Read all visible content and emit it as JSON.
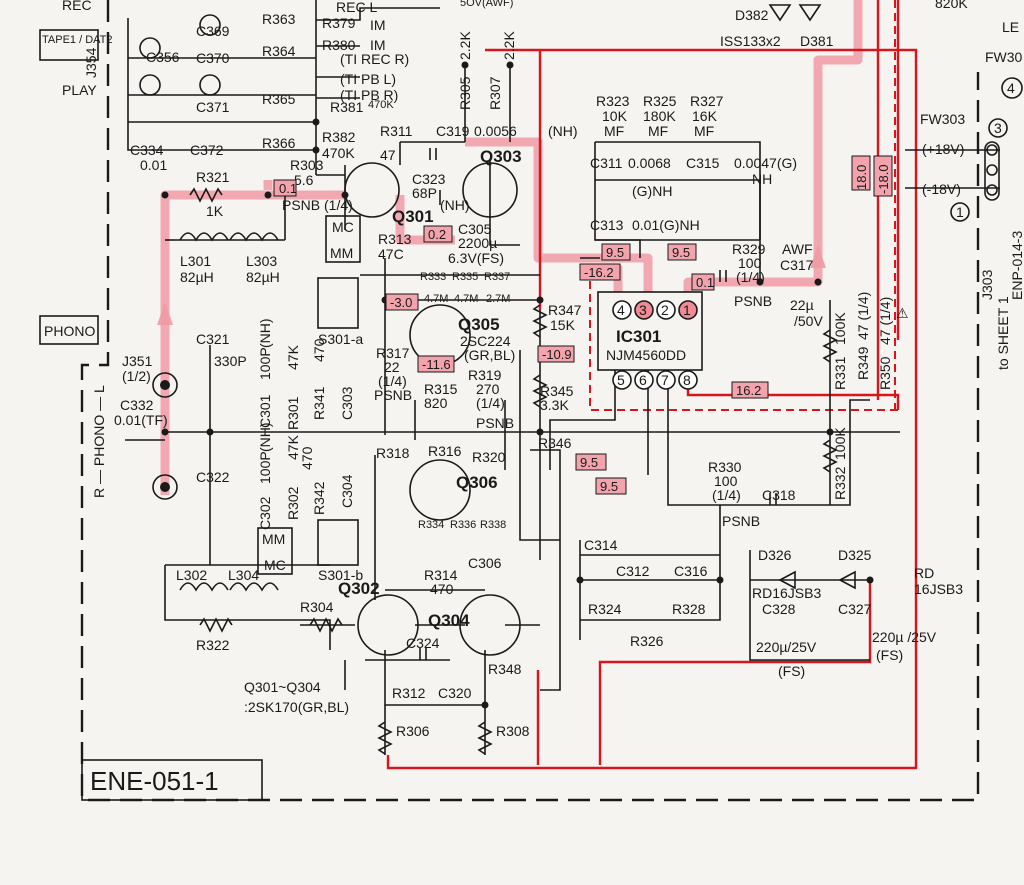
{
  "board": {
    "name": "ENE-051-1",
    "phono_label": "PHONO",
    "connector_left": "J354",
    "tape_label": "TAPE1 / DAT2",
    "rec_label": "REC",
    "play_label": "PLAY"
  },
  "top": {
    "rec_l": "REC L",
    "im1": "IM",
    "im2": "IM",
    "rec_r": "(TI REC R)",
    "pb_l": "(TI PB L)",
    "pb_r": "(TI PB R)",
    "aw": "5OV(AWF)",
    "d382": "D382",
    "d381": "D381",
    "iss": "ISS133x2",
    "r820k": "820K",
    "le": "LE"
  },
  "parts": {
    "c369": "C369",
    "c370": "C370",
    "c371": "C371",
    "c372": "C372",
    "c356": "C356",
    "c334": "C334",
    "c334v": "0.01",
    "r363": "R363",
    "r364": "R364",
    "r365": "R365",
    "r366": "R366",
    "r379": "R379",
    "r380": "R380",
    "r381": "R381",
    "r381v": "470K",
    "r382": "R382",
    "r382v": "470K",
    "r305": "R305",
    "r305v": "2.2K",
    "r307": "R307",
    "r307v": "2.2K",
    "r311": "R311",
    "r311v": "47",
    "c319": "C319",
    "c319v": "0.0056",
    "nh": "(NH)",
    "q303": "Q303",
    "q301": "Q301",
    "q302": "Q302",
    "q304": "Q304",
    "q305": "Q305",
    "q306": "Q306",
    "r303": "R303",
    "r303v": "5.6",
    "psnb14": "PSNB (1/4)",
    "c323": "C323",
    "c323v": "68P",
    "c323n": "(NH)",
    "r321": "R321",
    "r321v": "1K",
    "l301": "L301",
    "l301v": "82µH",
    "l303": "L303",
    "l303v": "82µH",
    "r313": "R313",
    "r313v": "47C",
    "c305": "C305",
    "c305v": "2200µ",
    "c305n": "6.3V(FS)",
    "r323": "R323",
    "r323v": "10K",
    "r325": "R325",
    "r325v": "180K",
    "r327": "R327",
    "r327v": "16K",
    "mf1": "MF",
    "mf2": "MF",
    "mf3": "MF",
    "c311": "C311",
    "c311v": "0.0068",
    "c311n": "(G)NH",
    "c315": "C315",
    "c315v": "0.0047(G)",
    "c315n": "NH",
    "c313": "C313",
    "c313v": "0.01(G)NH",
    "r329": "R329",
    "r329v": "100",
    "r329p": "(1/4)",
    "r329n": "PSNB",
    "c317": "C317",
    "c317a": "AWF",
    "c317v": "22µ",
    "c317n": "/50V",
    "r333": "R333",
    "r335": "R335",
    "r337": "R337",
    "r333v": "4.7M",
    "r335v": "4.7M",
    "r337v": "2.7M",
    "r347": "R347",
    "r347v": "15K",
    "r345": "R345",
    "r345v": "3.3K",
    "q305t": "2SC224",
    "q305g": "(GR,BL)",
    "r317": "R317",
    "r317v": "22",
    "r317p": "(1/4)",
    "r317n": "PSNB",
    "r315": "R315",
    "r315v": "820",
    "r319": "R319",
    "r319v": "270",
    "r319p": "(1/4)",
    "psnb": "PSNB",
    "mc_top": "MC",
    "mm_top": "MM",
    "s301a": "S301-a",
    "s301b": "S301-b",
    "mm_bot": "MM",
    "mc_bot": "MC",
    "j351": "J351",
    "j351v": "(1/2)",
    "c321": "C321",
    "c321v": "330P",
    "c332": "C332",
    "c332v": "0.01(TF)",
    "phono_lr": "R — PHONO — L",
    "c322": "C322",
    "r301": "R301",
    "r301v": "47K",
    "r302": "R302",
    "r302v": "47K",
    "c301": "C301",
    "c301v": "100P",
    "c301n": "(NH)",
    "c302": "C302",
    "c302v": "100P",
    "c302n": "(NH)",
    "r341": "R341",
    "r341v": "470",
    "r342": "R342",
    "r342v": "470",
    "c303": "C303",
    "c304": "C304",
    "r346": "R346",
    "r318": "R318",
    "r316": "R316",
    "r320": "R320",
    "r334": "R334",
    "r336": "R336",
    "r338": "R338",
    "r330": "R330",
    "r330v": "100",
    "r330p": "(1/4)",
    "r330n": "PSNB",
    "c318": "C318",
    "r331": "R331",
    "r331v": "100K",
    "r332": "R332",
    "r332v": "100K",
    "r349": "R349",
    "r349v": "47 (1/4)",
    "r350": "R350",
    "r350v": "47 (1/4)",
    "c306": "C306",
    "r314": "R314",
    "r314v": "470",
    "c314": "C314",
    "c312": "C312",
    "c316": "C316",
    "r324": "R324",
    "r326": "R326",
    "r328": "R328",
    "d326": "D326",
    "d325": "D325",
    "rd": "RD",
    "rdv": "16JSB3",
    "rd16": "RD16JSB3",
    "c328": "C328",
    "c328v": "220µ/25V",
    "c328n": "(FS)",
    "c327": "C327",
    "c327v": "220µ /25V",
    "c327n": "(FS)",
    "l302": "L302",
    "l304": "L304",
    "r322": "R322",
    "r304": "R304",
    "c324": "C324",
    "r312": "R312",
    "c320": "C320",
    "r348": "R348",
    "r306": "R306",
    "r308": "R308",
    "qnote1": "Q301~Q304",
    "qnote2": ":2SK170(GR,BL)"
  },
  "ic": {
    "name": "IC301",
    "part": "NJM4560DD",
    "pins_top": [
      "4",
      "3",
      "2",
      "1"
    ],
    "pins_bottom": [
      "5",
      "6",
      "7",
      "8"
    ]
  },
  "voltages": {
    "v_q301": "0.1",
    "v_q301b": "0.2",
    "v_ic_in": "9.5",
    "v_ic_in2": "9.5",
    "v_ic_neg": "-16.2",
    "v_ic_out": "0.1",
    "v_q305e": "-3.0",
    "v_q305b": "-11.6",
    "v_r347": "-10.9",
    "v_q306a": "9.5",
    "v_q306b": "9.5",
    "v_pin8": "16.2",
    "v_p18": "18.0",
    "v_n18": "-18.0"
  },
  "right": {
    "fw303": "FW303",
    "fw30x": "FW30",
    "circ": "4",
    "pin3": "3",
    "pin1": "1",
    "plus18": "(+18V)",
    "minus18": "(-18V)",
    "j303": "J303",
    "sheet": "to SHEET 1",
    "enp": "ENP-014-3",
    "warn": "⚠"
  }
}
